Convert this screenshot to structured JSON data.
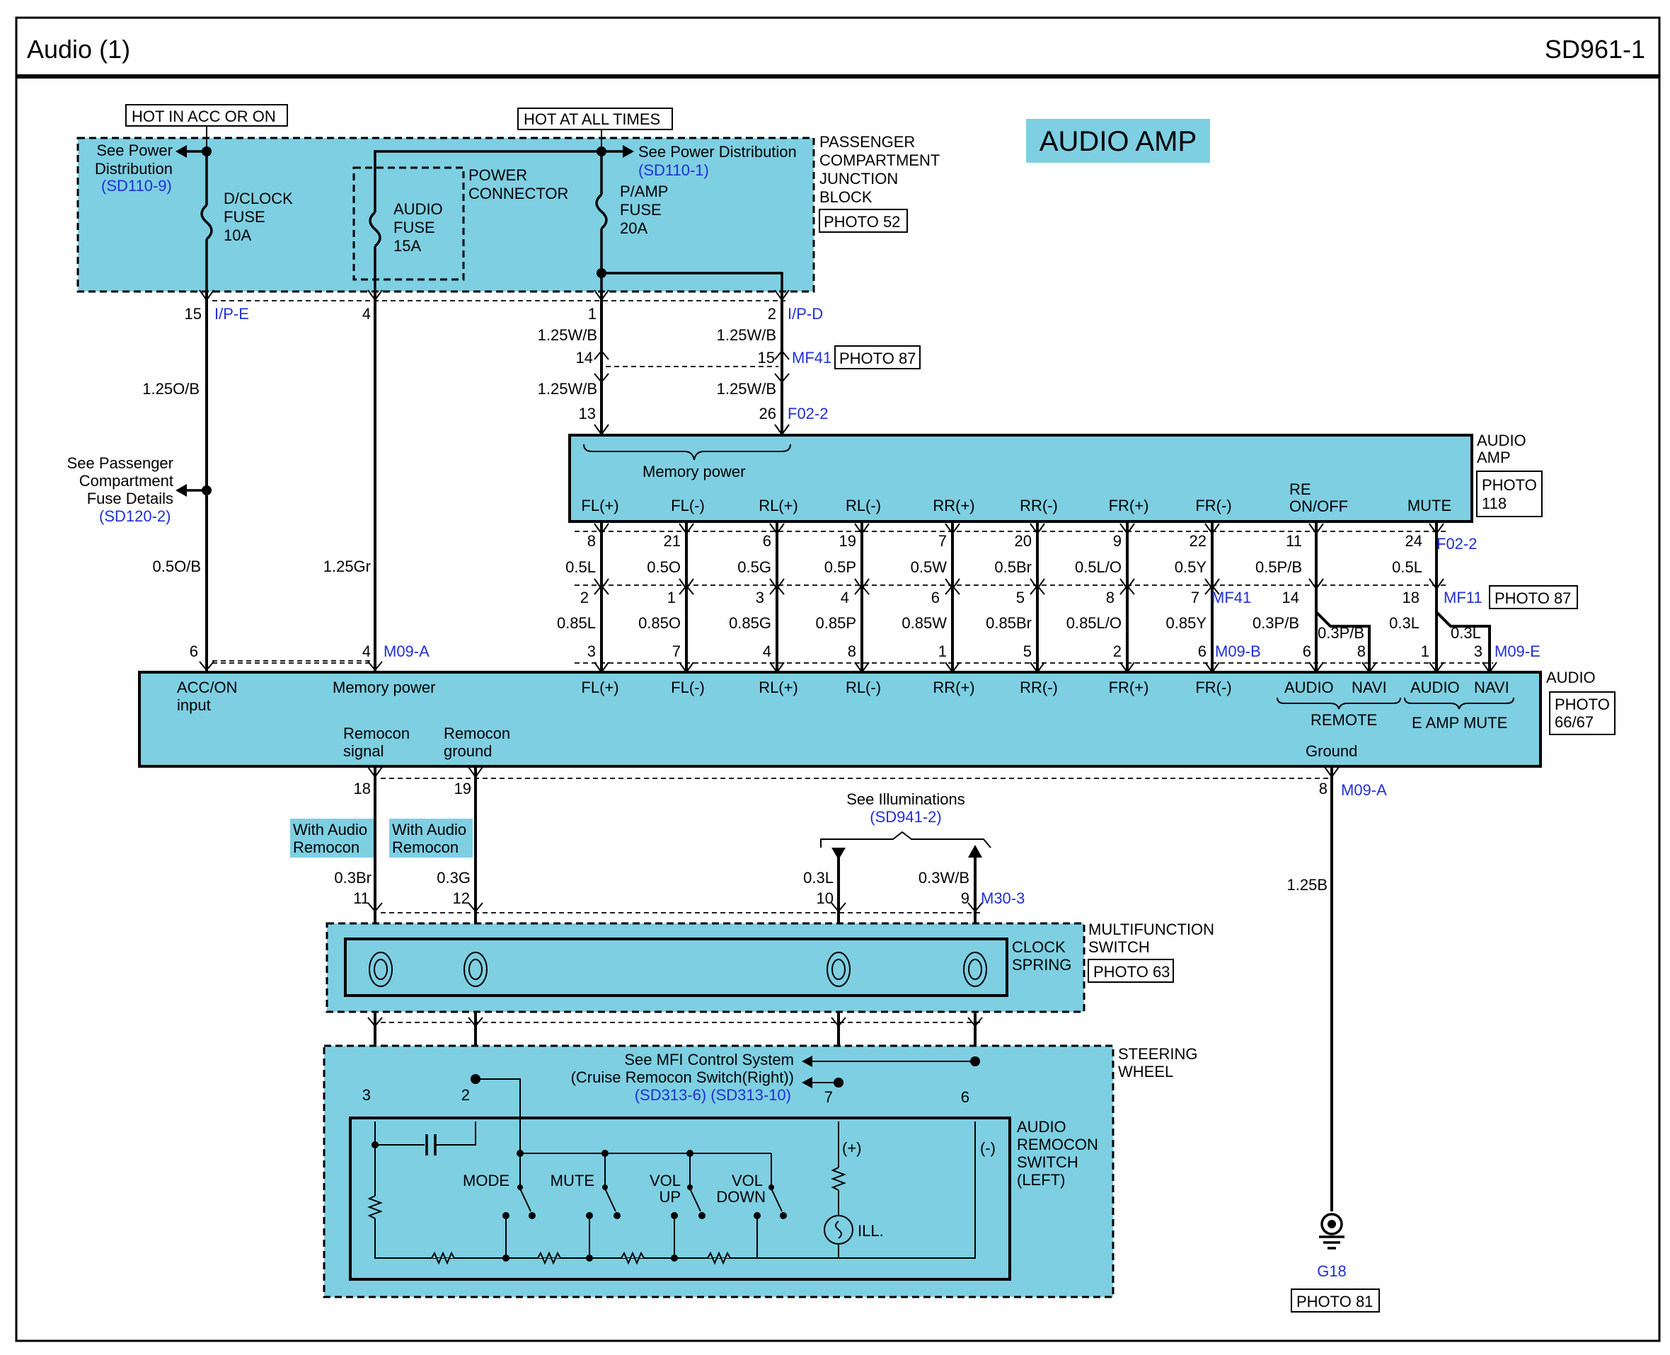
{
  "header": {
    "title": "Audio (1)",
    "page_code": "SD961-1"
  },
  "system_label": "AUDIO AMP",
  "junction_block": {
    "name_lines": [
      "PASSENGER",
      "COMPARTMENT",
      "JUNCTION",
      "BLOCK"
    ],
    "photo": "PHOTO 52",
    "hot_acc": "HOT IN ACC OR ON",
    "hot_all": "HOT AT ALL TIMES",
    "see_power_left": [
      "See Power",
      "Distribution"
    ],
    "see_power_left_ref": "(SD110-9)",
    "see_power_right": "See Power Distribution",
    "see_power_right_ref": "(SD110-1)",
    "power_connector": [
      "POWER",
      "CONNECTOR"
    ],
    "fuses": [
      {
        "lines": [
          "D/CLOCK",
          "FUSE",
          "10A"
        ]
      },
      {
        "lines": [
          "AUDIO",
          "FUSE",
          "15A"
        ]
      },
      {
        "lines": [
          "P/AMP",
          "FUSE",
          "20A"
        ]
      }
    ]
  },
  "connectors_top": {
    "pin15": "15",
    "ipe": "I/P-E",
    "pin4": "4",
    "pin1": "1",
    "pin2": "2",
    "ipd": "I/P-D",
    "w1": "1.25W/B",
    "w2": "1.25W/B",
    "pin14": "14",
    "pin15b": "15",
    "mf41": "MF41",
    "photo87": "PHOTO 87",
    "w3": "1.25W/B",
    "w4": "1.25W/B",
    "pin13": "13",
    "pin26": "26",
    "f022": "F02-2",
    "w_ob": "1.25O/B",
    "w_gr": "1.25Gr",
    "w_ob2": "0.5O/B",
    "see_pass": [
      "See Passenger",
      "Compartment",
      "Fuse Details"
    ],
    "see_pass_ref": "(SD120-2)"
  },
  "amp": {
    "name_lines": [
      "AUDIO",
      "AMP"
    ],
    "photo_lines": [
      "PHOTO",
      "118"
    ],
    "memory_power": "Memory power",
    "terminals": [
      "FL(+)",
      "FL(-)",
      "RL(+)",
      "RL(-)",
      "RR(+)",
      "RR(-)",
      "FR(+)",
      "FR(-)",
      "MUTE"
    ],
    "re_onoff": [
      "RE",
      "ON/OFF"
    ]
  },
  "speaker_wires": {
    "amp_pins": [
      "8",
      "21",
      "6",
      "19",
      "7",
      "20",
      "9",
      "22",
      "11",
      "24"
    ],
    "amp_colors": [
      "0.5L",
      "0.5O",
      "0.5G",
      "0.5P",
      "0.5W",
      "0.5Br",
      "0.5L/O",
      "0.5Y",
      "0.5P/B",
      "0.5L"
    ],
    "mf_pins": [
      "2",
      "1",
      "3",
      "4",
      "6",
      "5",
      "8",
      "7",
      "14",
      "18"
    ],
    "mf_colors": [
      "0.85L",
      "0.85O",
      "0.85G",
      "0.85P",
      "0.85W",
      "0.85Br",
      "0.85L/O",
      "0.85Y",
      "0.3P/B",
      "0.3L"
    ],
    "audio_pins": [
      "3",
      "7",
      "4",
      "8",
      "1",
      "5",
      "2",
      "6",
      "6",
      "8",
      "1",
      "3"
    ],
    "f022": "F02-2",
    "mf41": "MF41",
    "mf11": "MF11",
    "photo87": "PHOTO 87",
    "m09b": "M09-B",
    "m09e": "M09-E",
    "w_03pb": "0.3P/B",
    "w_03l": "0.3L"
  },
  "audio_unit": {
    "name": "AUDIO",
    "photo_lines": [
      "PHOTO",
      "66/67"
    ],
    "pin6": "6",
    "pin4": "4",
    "m09a": "M09-A",
    "acc_on": [
      "ACC/ON",
      "input"
    ],
    "memory_power": "Memory power",
    "terminals": [
      "FL(+)",
      "FL(-)",
      "RL(+)",
      "RL(-)",
      "RR(+)",
      "RR(-)",
      "FR(+)",
      "FR(-)"
    ],
    "remote_pair": [
      "AUDIO",
      "NAVI"
    ],
    "remote": "REMOTE",
    "mute_pair": [
      "AUDIO",
      "NAVI"
    ],
    "e_amp_mute": "E AMP MUTE",
    "remocon_signal": [
      "Remocon",
      "signal"
    ],
    "remocon_ground": [
      "Remocon",
      "ground"
    ],
    "ground": "Ground"
  },
  "lower": {
    "pin18": "18",
    "pin19": "19",
    "pin8": "8",
    "m09a": "M09-A",
    "with_audio": [
      "With Audio",
      "Remocon"
    ],
    "see_illum": "See Illuminations",
    "see_illum_ref": "(SD941-2)",
    "w_03br": "0.3Br",
    "w_03g": "0.3G",
    "w_03l": "0.3L",
    "w_03wb": "0.3W/B",
    "w_125b": "1.25B",
    "pin11": "11",
    "pin12": "12",
    "pin10": "10",
    "pin9": "9",
    "m303": "M30-3",
    "multifunction": [
      "MULTIFUNCTION",
      "SWITCH"
    ],
    "clock_spring": [
      "CLOCK",
      "SPRING"
    ],
    "photo63": "PHOTO 63",
    "steering": [
      "STEERING",
      "WHEEL"
    ],
    "see_mfi": [
      "See MFI Control System",
      "(Cruise Remocon Switch(Right))"
    ],
    "see_mfi_ref": "(SD313-6) (SD313-10)",
    "pin3": "3",
    "pin2": "2",
    "pin7": "7",
    "pin6": "6",
    "remocon_switch": [
      "AUDIO",
      "REMOCON",
      "SWITCH",
      "(LEFT)"
    ],
    "sw_mode": "MODE",
    "sw_mute": "MUTE",
    "sw_vol_up": [
      "VOL",
      "UP"
    ],
    "sw_vol_down": [
      "VOL",
      "DOWN"
    ],
    "plus": "(+)",
    "minus": "(-)",
    "ill": "ILL.",
    "ground_id": "G18",
    "ground_photo": "PHOTO 81"
  }
}
